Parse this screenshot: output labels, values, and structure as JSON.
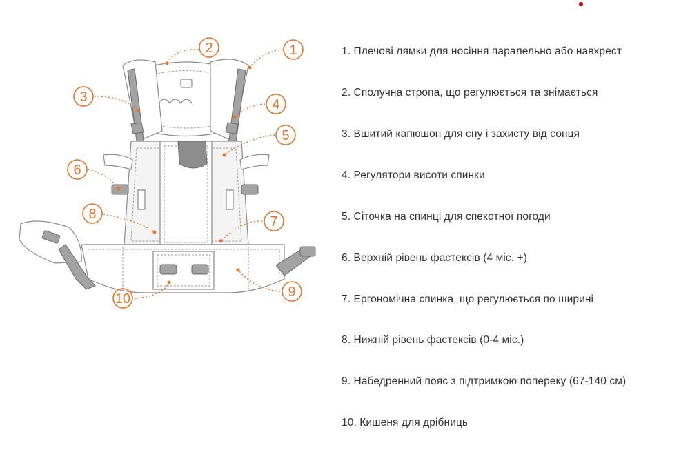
{
  "callouts": [
    "1",
    "2",
    "3",
    "4",
    "5",
    "6",
    "7",
    "8",
    "9",
    "10"
  ],
  "legend": [
    "1. Плечові лямки для носіння паралельно або навхрест",
    "2. Сполучна стропа, що регулюється та знімається",
    "3. Вшитий капюшон для сну і захисту від сонця",
    "4. Регулятори висоти спинки",
    "5. Сіточка на спинці для спекотної погоди",
    "6. Верхній рівень фастексів (4 міс. +)",
    "7. Ергономічна спинка, що регулюється по ширині",
    "8. Нижній рівень фастексів (0-4 міс.)",
    "9. Набедренний пояс з підтримкою попереку (67-140 см)",
    "10. Кишеня для дрібниць"
  ],
  "colors": {
    "accent": "#e8742a",
    "text": "#333333",
    "marker": "#d0021b"
  }
}
